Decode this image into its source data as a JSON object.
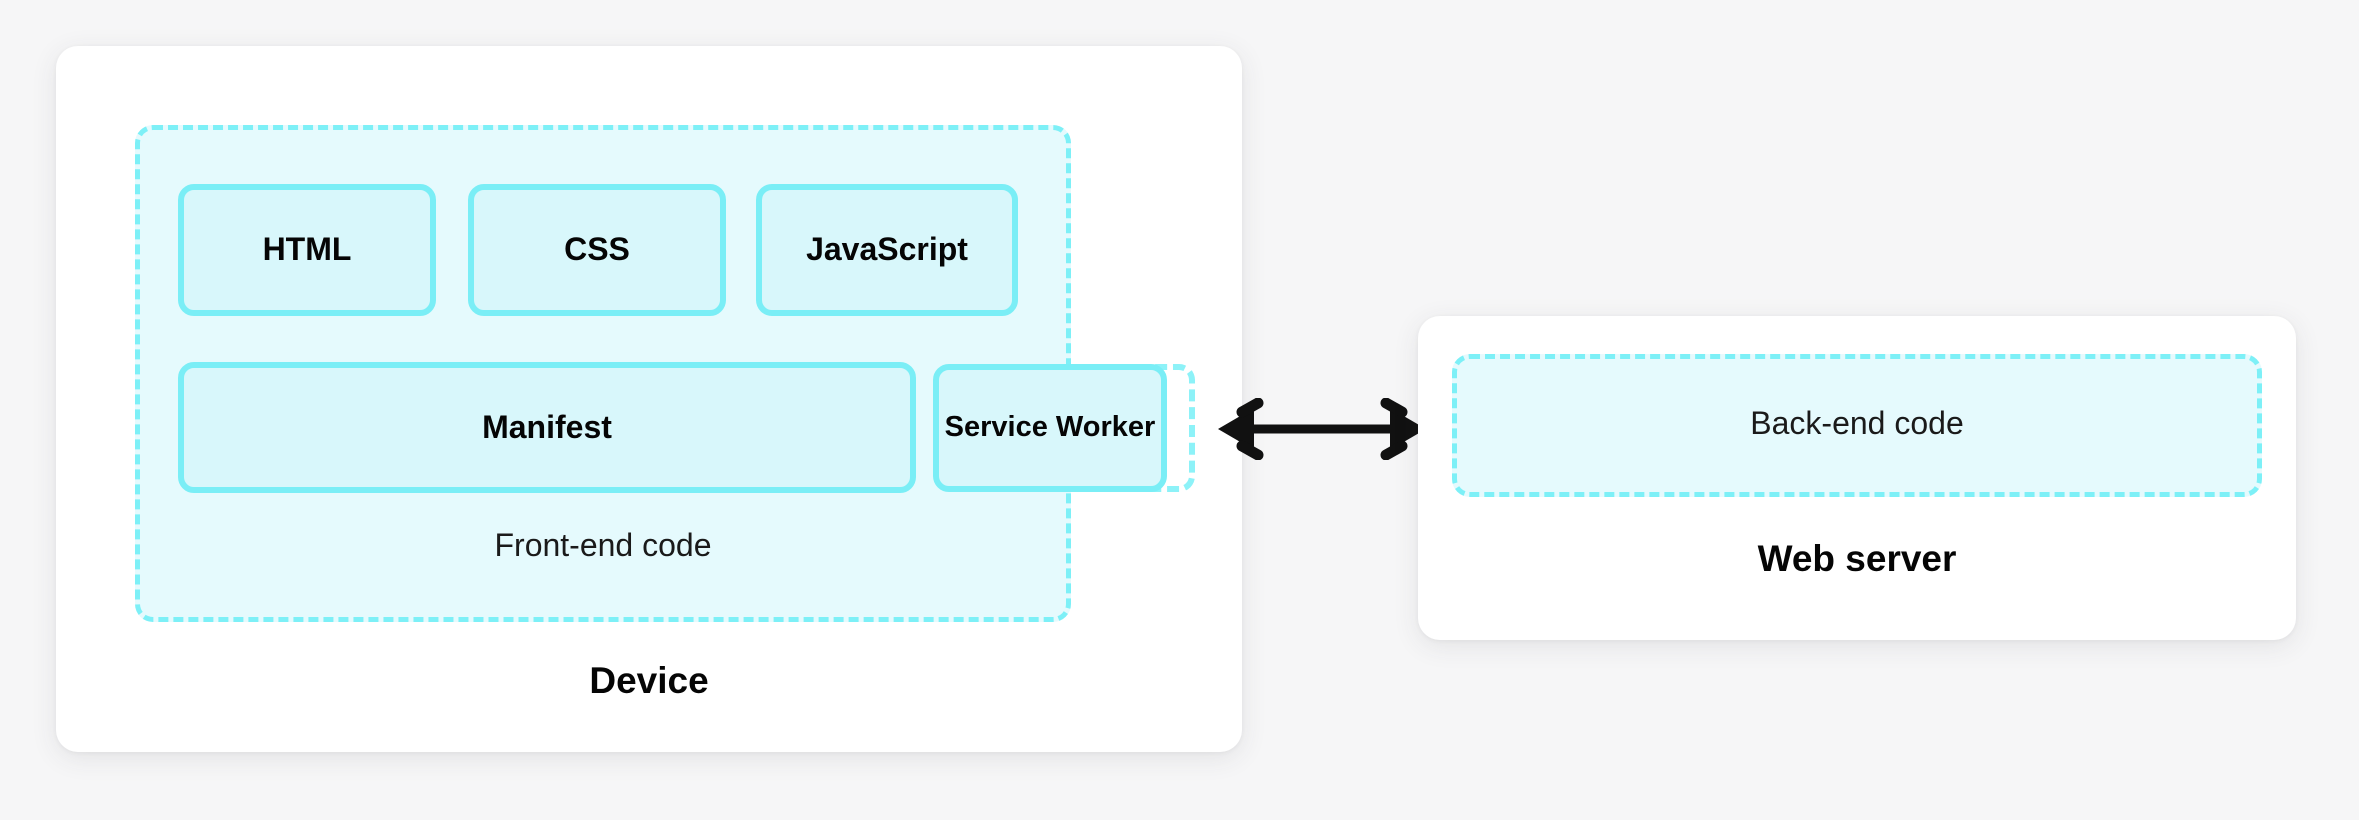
{
  "diagram": {
    "title_hidden": "",
    "device": {
      "card_title": "Device",
      "frontend_region_label": "Front-end code",
      "boxes": [
        {
          "key": "html",
          "label": "HTML"
        },
        {
          "key": "css",
          "label": "CSS"
        },
        {
          "key": "javascript",
          "label": "JavaScript"
        },
        {
          "key": "manifest",
          "label": "Manifest"
        },
        {
          "key": "service-worker",
          "label": "Service Worker"
        }
      ]
    },
    "server": {
      "card_title": "Web server",
      "backend_region_label": "Back-end code"
    },
    "connector": {
      "name": "bidirectional-arrow",
      "direction": "both"
    },
    "colors": {
      "page_background": "#f6f6f7",
      "card_background": "#ffffff",
      "region_fill": "#e5fafd",
      "region_border": "#7df0f7",
      "box_fill": "#d8f7fb",
      "box_border": "#7aeef6",
      "text": "#050505",
      "arrow": "#111111"
    }
  }
}
